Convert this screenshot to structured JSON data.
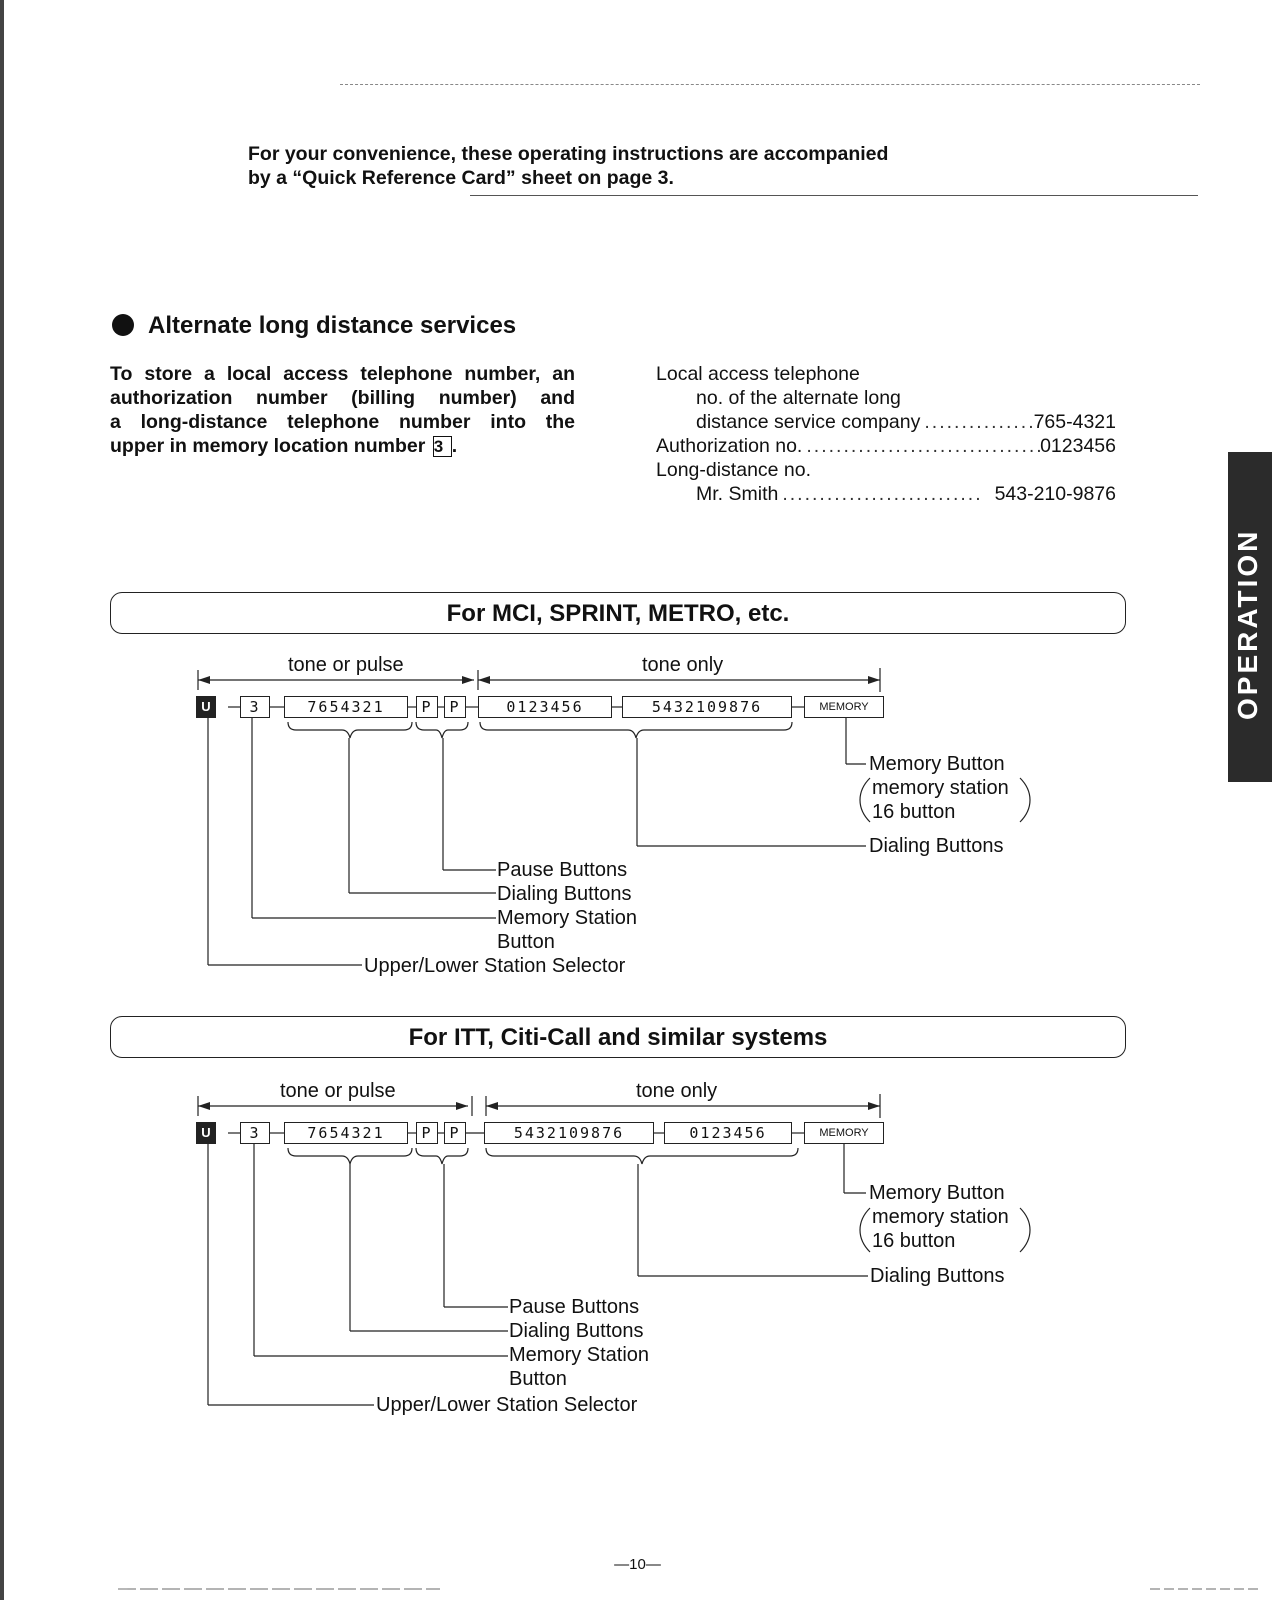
{
  "intro": {
    "line1": "For your convenience, these operating instructions are accompanied",
    "line2": "by a “Quick Reference Card” sheet on page 3."
  },
  "section": {
    "title": "Alternate long distance services",
    "store_lines": [
      "To store a local access telephone number, an",
      "authorization number (billing number) and",
      "a long-distance telephone number into the",
      "upper in memory location number"
    ],
    "location_number": "3",
    "period": "."
  },
  "info": {
    "local_l1": "Local access telephone",
    "local_l2": "no. of the alternate long",
    "local_l3": "distance service company",
    "local_value": "765-4321",
    "auth_label": "Authorization no.",
    "auth_value": "0123456",
    "ld_label": "Long-distance no.",
    "ld_name": "Mr. Smith",
    "ld_value": "543-210-9876"
  },
  "diagram1": {
    "title": "For MCI, SPRINT, METRO, etc.",
    "tone_or_pulse": "tone or pulse",
    "tone_only": "tone only",
    "keys": {
      "u": "U",
      "mem_station": "3",
      "local": "7654321",
      "p1": "P",
      "p2": "P",
      "first": "0123456",
      "second": "5432109876",
      "memory": "MEMORY"
    },
    "callouts": {
      "memory_button": "Memory Button",
      "memory_station": "memory station",
      "sixteen_button": "16 button",
      "dialing_right": "Dialing Buttons",
      "pause": "Pause Buttons",
      "dialing_left": "Dialing Buttons",
      "mem_station_l1": "Memory Station",
      "mem_station_l2": "Button",
      "upper_lower": "Upper/Lower Station Selector"
    }
  },
  "diagram2": {
    "title": "For ITT, Citi-Call and similar systems",
    "tone_or_pulse": "tone or pulse",
    "tone_only": "tone only",
    "keys": {
      "u": "U",
      "mem_station": "3",
      "local": "7654321",
      "p1": "P",
      "p2": "P",
      "first": "5432109876",
      "second": "0123456",
      "memory": "MEMORY"
    },
    "callouts": {
      "memory_button": "Memory Button",
      "memory_station": "memory station",
      "sixteen_button": "16 button",
      "dialing_right": "Dialing Buttons",
      "pause": "Pause Buttons",
      "dialing_left": "Dialing Buttons",
      "mem_station_l1": "Memory Station",
      "mem_station_l2": "Button",
      "upper_lower": "Upper/Lower Station Selector"
    }
  },
  "side_tab": "OPERATION",
  "page_number": "—10—"
}
